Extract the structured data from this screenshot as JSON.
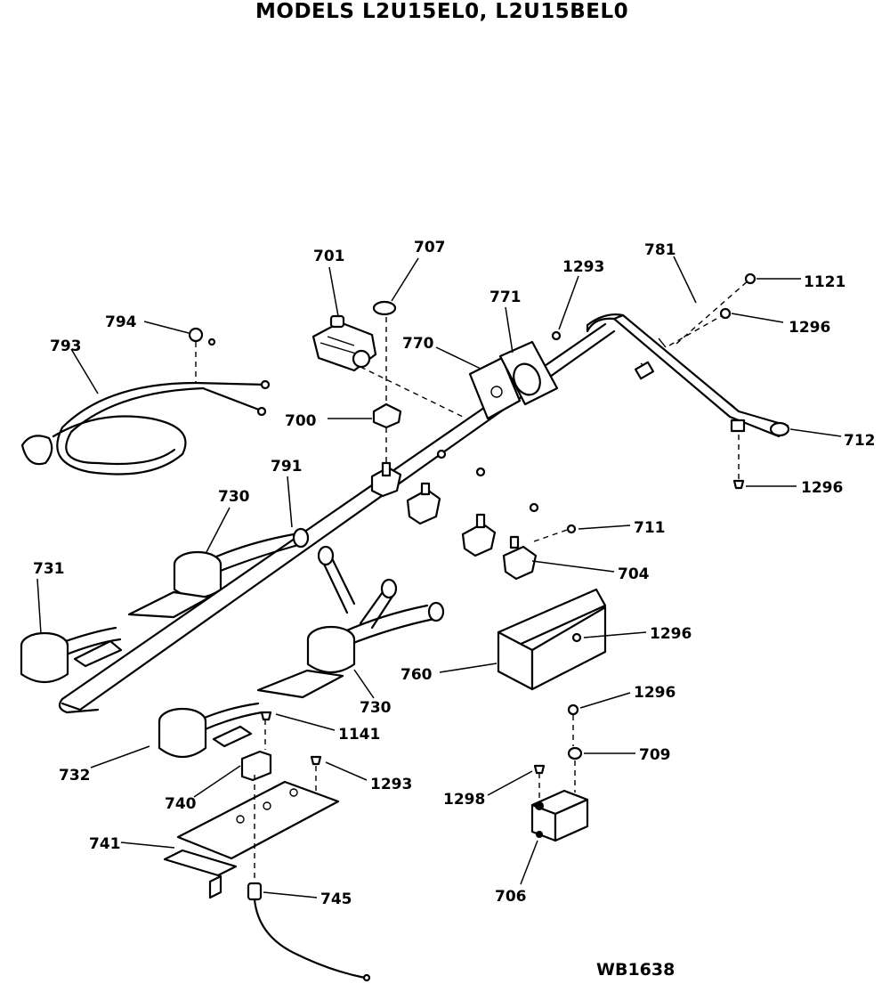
{
  "title": "MODELS L2U15EL0, L2U15BEL0",
  "footer_code": "WB1638",
  "parts": [
    {
      "id": "p701",
      "label": "701"
    },
    {
      "id": "p707",
      "label": "707"
    },
    {
      "id": "p1293a",
      "label": "1293"
    },
    {
      "id": "p781",
      "label": "781"
    },
    {
      "id": "p1121",
      "label": "1121"
    },
    {
      "id": "p771",
      "label": "771"
    },
    {
      "id": "p770",
      "label": "770"
    },
    {
      "id": "p794",
      "label": "794"
    },
    {
      "id": "p793",
      "label": "793"
    },
    {
      "id": "p1296a",
      "label": "1296"
    },
    {
      "id": "p700",
      "label": "700"
    },
    {
      "id": "p712",
      "label": "712"
    },
    {
      "id": "p1296b",
      "label": "1296"
    },
    {
      "id": "p791",
      "label": "791"
    },
    {
      "id": "p730a",
      "label": "730"
    },
    {
      "id": "p731",
      "label": "731"
    },
    {
      "id": "p711",
      "label": "711"
    },
    {
      "id": "p704",
      "label": "704"
    },
    {
      "id": "p1296c",
      "label": "1296"
    },
    {
      "id": "p760",
      "label": "760"
    },
    {
      "id": "p730b",
      "label": "730"
    },
    {
      "id": "p1296d",
      "label": "1296"
    },
    {
      "id": "p1141",
      "label": "1141"
    },
    {
      "id": "p709",
      "label": "709"
    },
    {
      "id": "p732",
      "label": "732"
    },
    {
      "id": "p1293b",
      "label": "1293"
    },
    {
      "id": "p1298",
      "label": "1298"
    },
    {
      "id": "p740",
      "label": "740"
    },
    {
      "id": "p741",
      "label": "741"
    },
    {
      "id": "p706",
      "label": "706"
    },
    {
      "id": "p745",
      "label": "745"
    }
  ]
}
